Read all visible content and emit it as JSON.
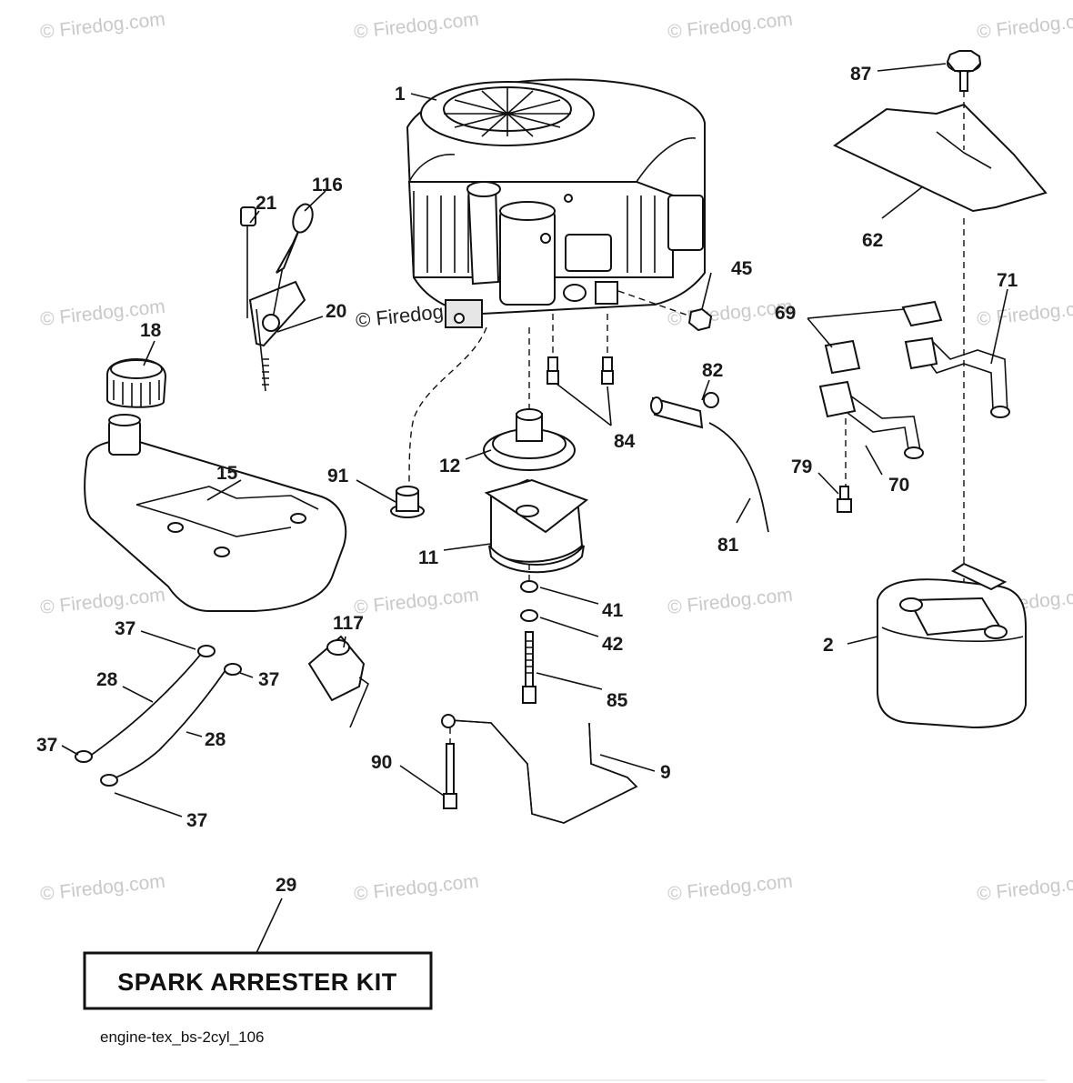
{
  "watermark": "© Firedog.com",
  "callouts": {
    "p1": "1",
    "p2": "2",
    "p9": "9",
    "p11": "11",
    "p12": "12",
    "p15": "15",
    "p18": "18",
    "p20": "20",
    "p21": "21",
    "p28a": "28",
    "p28b": "28",
    "p29": "29",
    "p37a": "37",
    "p37b": "37",
    "p37c": "37",
    "p37d": "37",
    "p41": "41",
    "p42": "42",
    "p45": "45",
    "p62": "62",
    "p69": "69",
    "p70": "70",
    "p71": "71",
    "p79": "79",
    "p81": "81",
    "p82": "82",
    "p84": "84",
    "p85": "85",
    "p87": "87",
    "p90": "90",
    "p91": "91",
    "p116": "116",
    "p117": "117"
  },
  "kit_box": {
    "label": "SPARK ARRESTER KIT"
  },
  "diagram_id": "engine-tex_bs-2cyl_106"
}
